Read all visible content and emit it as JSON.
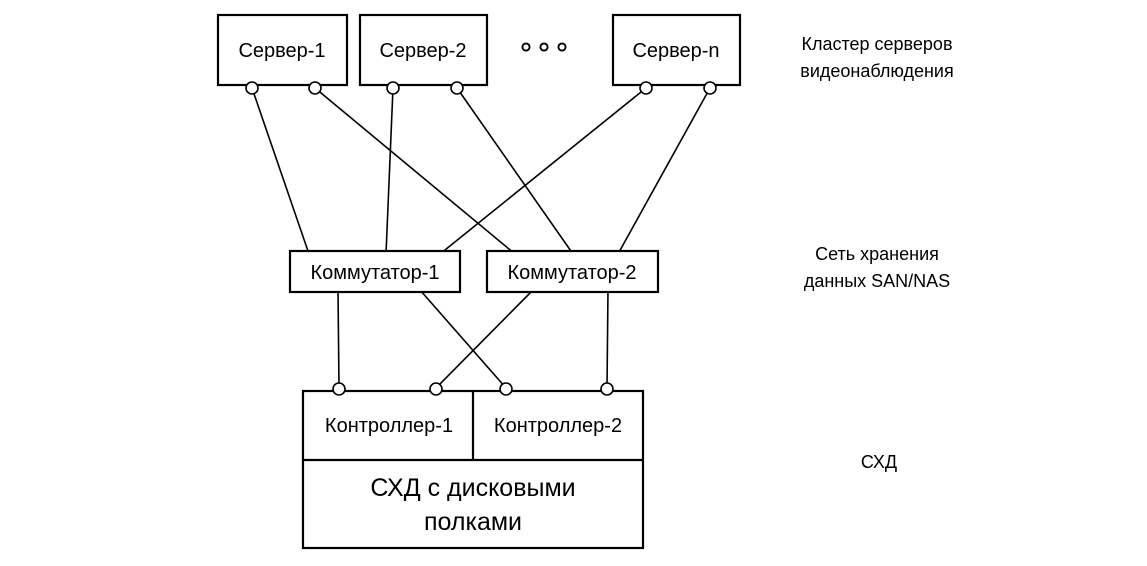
{
  "colors": {
    "line": "#000000",
    "text": "#000000",
    "background": "#ffffff"
  },
  "cluster": {
    "servers": [
      {
        "label": "Сервер-1"
      },
      {
        "label": "Сервер-2"
      },
      {
        "label": "Сервер-n"
      }
    ],
    "label_line1": "Кластер серверов",
    "label_line2": "видеонаблюдения"
  },
  "san": {
    "switches": [
      {
        "label": "Коммутатор-1"
      },
      {
        "label": "Коммутатор-2"
      }
    ],
    "label_line1": "Сеть хранения",
    "label_line2": "данных SAN/NAS"
  },
  "storage": {
    "controllers": [
      {
        "label": "Контроллер-1"
      },
      {
        "label": "Контроллер-2"
      }
    ],
    "shelf_line1": "СХД с дисковыми",
    "shelf_line2": "полками",
    "label": "СХД"
  }
}
